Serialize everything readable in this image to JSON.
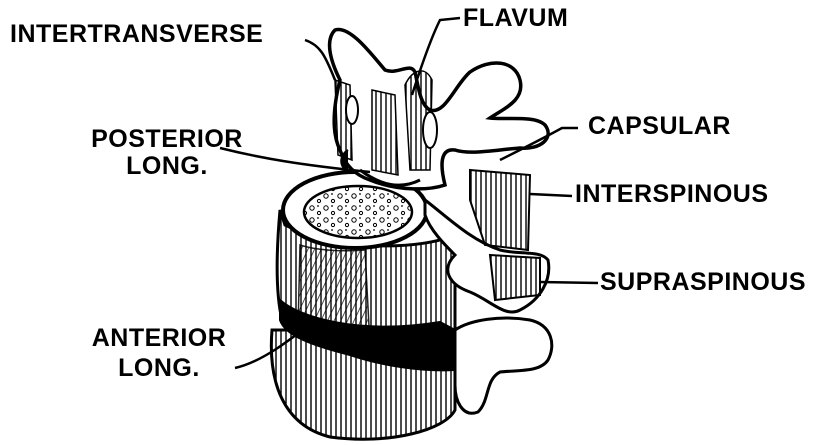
{
  "diagram": {
    "labels": {
      "intertransverse": "INTERTRANSVERSE",
      "flavum": "FLAVUM",
      "posterior_line1": "POSTERIOR",
      "posterior_line2": "LONG.",
      "capsular": "CAPSULAR",
      "interspinous": "INTERSPINOUS",
      "supraspinous": "SUPRASPINOUS",
      "anterior_line1": "ANTERIOR",
      "anterior_line2": "LONG."
    },
    "colors": {
      "ink": "#000000",
      "paper": "#ffffff"
    }
  }
}
